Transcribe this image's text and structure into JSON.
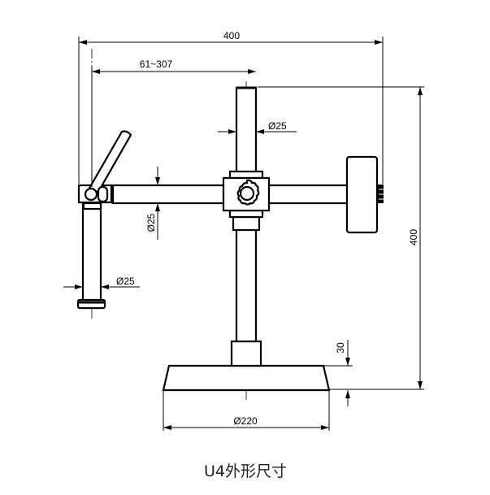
{
  "title": "U4外形尺寸",
  "dimensions": {
    "overall_width": "400",
    "arm_range": "61~307",
    "overall_height": "400",
    "post_diameter": "Ø25",
    "arm_diameter": "Ø25",
    "rod_diameter": "Ø25",
    "base_diameter": "Ø220",
    "base_height": "30"
  }
}
